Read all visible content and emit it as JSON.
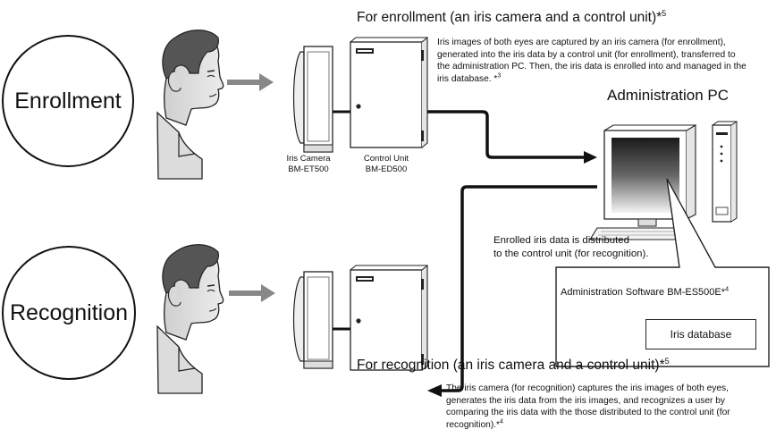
{
  "enrollment": {
    "label": "Enrollment",
    "heading": "For enrollment (an iris camera and a control unit)*",
    "heading_sup": "5",
    "description": "Iris images of both eyes are captured by an iris camera (for enrollment), generated into the iris data by a control unit (for enrollment), transferred to the administration PC. Then, the iris data is enrolled into and managed in the iris database. *",
    "description_sup": "3",
    "camera_caption": [
      "Iris Camera",
      "BM-ET500"
    ],
    "control_caption": [
      "Control Unit",
      "BM-ED500"
    ]
  },
  "recognition": {
    "label": "Recognition",
    "heading": "For recognition (an iris camera and a control unit)*",
    "heading_sup": "5",
    "description": "The iris camera (for recognition) captures the iris images of both eyes, generates the iris data from the iris images, and recognizes a user by comparing the iris data with the those distributed to the control unit (for recognition).*",
    "description_sup": "4"
  },
  "admin_pc": {
    "title": "Administration PC",
    "distribution_note": [
      "Enrolled iris data is distributed",
      "to the control unit (for recognition)."
    ],
    "software_label": "Administration Software BM-ES500E*",
    "software_sup": "4",
    "database_label": "Iris database"
  }
}
